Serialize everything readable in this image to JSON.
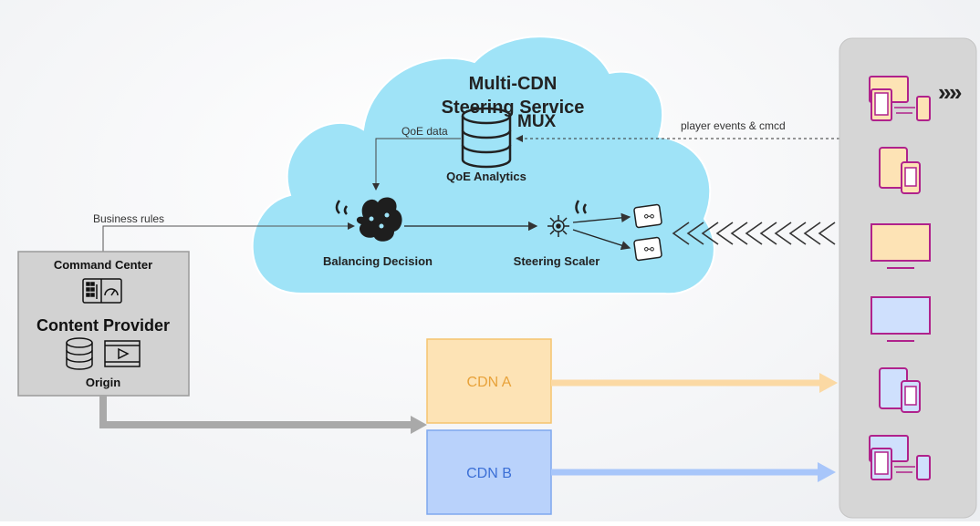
{
  "cloud": {
    "title_line1": "Multi-CDN",
    "title_line2": "Steering Service",
    "qoe_data_label": "QoE data",
    "mux_label": "MUX",
    "qoe_analytics_label": "QoE Analytics",
    "balancing_decision_label": "Balancing Decision",
    "steering_scaler_label": "Steering Scaler",
    "cloud_color": "#9fe3f7"
  },
  "edges": {
    "business_rules_label": "Business rules",
    "player_events_label": "player events & cmcd"
  },
  "provider": {
    "command_center_label": "Command Center",
    "content_provider_label": "Content Provider",
    "origin_label": "Origin"
  },
  "cdns": [
    {
      "label": "CDN A",
      "fill": "#fde3b5",
      "stroke": "#f5c46e",
      "text_color": "#e8a23a",
      "arrow_color": "#fbd9a4"
    },
    {
      "label": "CDN B",
      "fill": "#b9d2fb",
      "stroke": "#7ea7ee",
      "text_color": "#3b6fd6",
      "arrow_color": "#a8c6fa"
    }
  ],
  "devices": {
    "panel_color": "#d6d6d6",
    "accent_color": "#b0228c",
    "items": [
      "multi-device",
      "tablet-phone",
      "tv-orange",
      "tv-blue",
      "tablet-phone-blue",
      "multi-device"
    ]
  }
}
